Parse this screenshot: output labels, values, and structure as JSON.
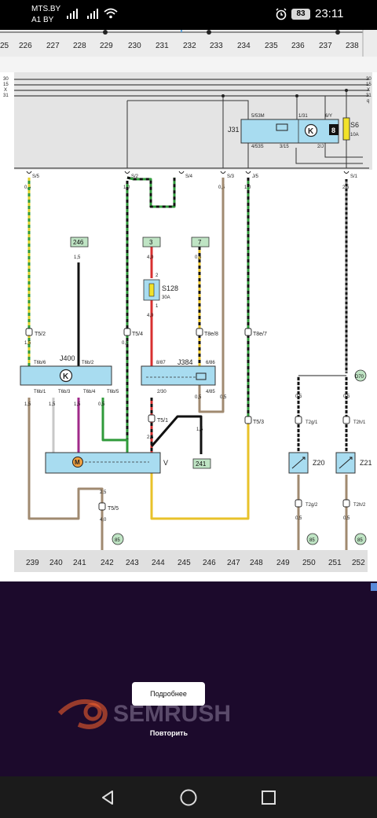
{
  "status_bar": {
    "carrier_1": "MTS.BY",
    "carrier_2": "A1 BY",
    "battery": "83",
    "time": "23:11"
  },
  "diagram": {
    "top_ruler": [
      "25",
      "226",
      "227",
      "228",
      "229",
      "230",
      "231",
      "232",
      "233",
      "234",
      "235",
      "236",
      "237",
      "238"
    ],
    "bottom_ruler": [
      "239",
      "240",
      "241",
      "242",
      "243",
      "244",
      "245",
      "246",
      "247",
      "248",
      "249",
      "250",
      "251",
      "252"
    ],
    "bus_labels": [
      "30",
      "15",
      "X",
      "31"
    ],
    "bus_labels_right": [
      "30",
      "15",
      "X",
      "31",
      "q"
    ],
    "relay_j31": {
      "name": "J31",
      "pins": [
        "5/53M",
        "1/31",
        "6/Y",
        "4/53S",
        "3/15",
        "2/J"
      ],
      "k_symbol": "K",
      "num_badge": "8"
    },
    "fuse_s6": {
      "name": "S6",
      "rating": "10A"
    },
    "fuse_s128": {
      "name": "S128",
      "rating": "30A",
      "pin_top": "2",
      "pin_bottom": "1"
    },
    "connectors_top": [
      "S/5",
      "S/2",
      "S/4",
      "S/3",
      "J/5",
      "S/1"
    ],
    "wire_sizes_top": [
      "0,5",
      "1,0",
      "0,5",
      "1,0",
      "2,5"
    ],
    "ref_boxes": [
      "246",
      "3",
      "7",
      "241"
    ],
    "module_j400": {
      "name": "J400",
      "k_symbol": "K",
      "pins_top": [
        "T6b/6",
        "T6b/2"
      ],
      "pins_bottom": [
        "T6b/1",
        "T6b/3",
        "T6b/4",
        "T6b/5"
      ]
    },
    "relay_j384": {
      "name": "J384",
      "pins": [
        "8/87",
        "6/86",
        "2/30",
        "4/85"
      ]
    },
    "motor_v": {
      "name": "V",
      "symbol": "M"
    },
    "sensors": [
      {
        "name": "Z20",
        "t_top": "T2g/1",
        "t_bottom": "T2g/2"
      },
      {
        "name": "Z21",
        "t_top": "T2h/1",
        "t_bottom": "T2h/2"
      }
    ],
    "terminals": [
      "T5/2",
      "T5/4",
      "T8e/8",
      "T8e/7",
      "T5/1",
      "T5/3",
      "T5/5"
    ],
    "wire_sizes": [
      "1,5",
      "0,5",
      "1,5",
      "0,5",
      "4,0",
      "4,0",
      "0,5",
      "0,5",
      "1,5",
      "1,5",
      "1,5",
      "0,5",
      "2,5",
      "2,5",
      "4,0",
      "1,5",
      "0,5",
      "0,5",
      "0,5",
      "0,5"
    ],
    "ground_points": [
      "85",
      "85",
      "85"
    ],
    "junction": "D70"
  },
  "ad": {
    "button_label": "Подробнее",
    "brand": "SEMRUSH",
    "retry_label": "Повторить"
  },
  "colors": {
    "module_fill": "#a8dcf0",
    "ad_background": "#1c0a2c",
    "ref_box_fill": "#bfe4c4"
  },
  "icons": {
    "signal": "signal-bars-icon",
    "wifi": "wifi-icon",
    "alarm": "alarm-clock-icon",
    "back": "back-triangle-icon",
    "home": "home-circle-icon",
    "recents": "recents-square-icon"
  }
}
